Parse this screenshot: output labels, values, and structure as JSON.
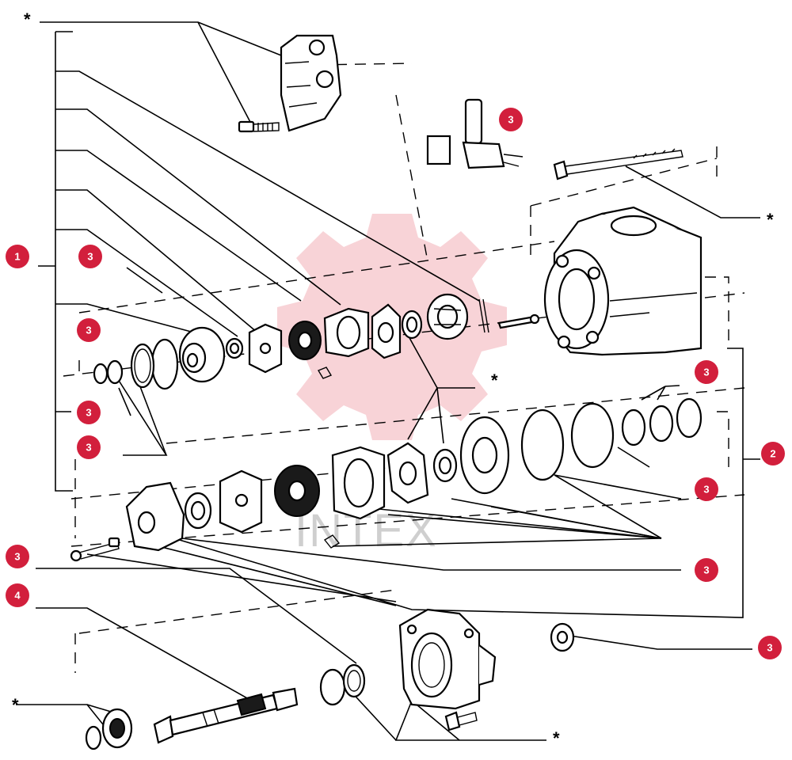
{
  "diagram": {
    "watermark": "INTEX",
    "badge_color": "#d21f3c",
    "badge_text_color": "#ffffff",
    "callouts": [
      {
        "id": "c1",
        "label": "1"
      },
      {
        "id": "c2",
        "label": "2"
      },
      {
        "id": "c3a",
        "label": "3"
      },
      {
        "id": "c3b",
        "label": "3"
      },
      {
        "id": "c3c",
        "label": "3"
      },
      {
        "id": "c3d",
        "label": "3"
      },
      {
        "id": "c3e",
        "label": "3"
      },
      {
        "id": "c3f",
        "label": "3"
      },
      {
        "id": "c3g",
        "label": "3"
      },
      {
        "id": "c3h",
        "label": "3"
      },
      {
        "id": "c3i",
        "label": "3"
      },
      {
        "id": "c3j",
        "label": "3"
      },
      {
        "id": "c3k",
        "label": "3"
      },
      {
        "id": "c4",
        "label": "4"
      }
    ],
    "asterisk": "*"
  }
}
